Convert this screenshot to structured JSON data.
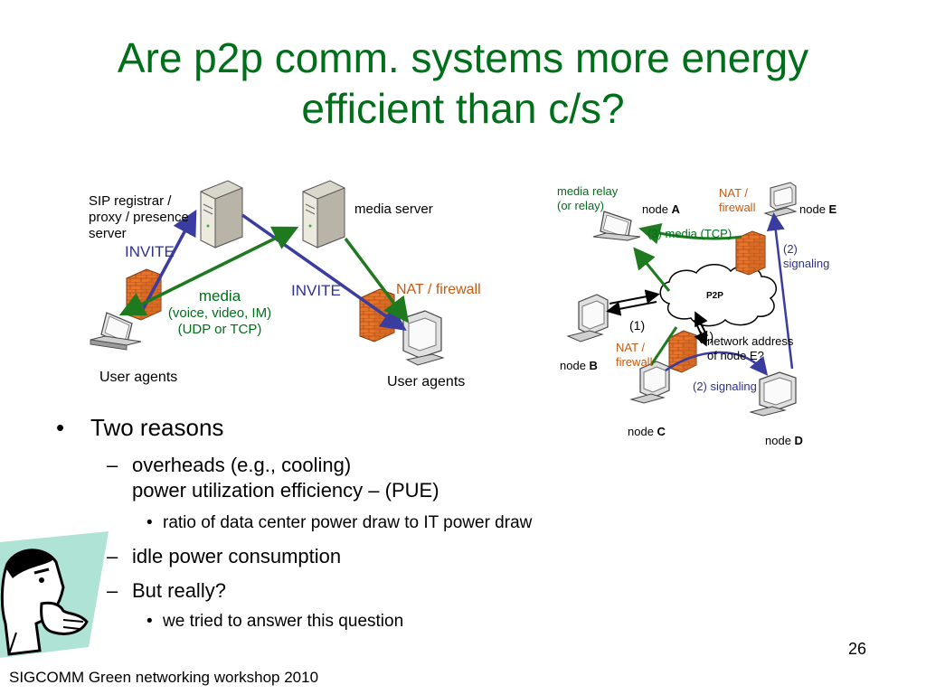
{
  "slide": {
    "title_line1": "Are p2p comm. systems more energy",
    "title_line2": "efficient than c/s?",
    "page_number": "26",
    "footer": "SIGCOMM Green networking workshop 2010"
  },
  "left_diagram": {
    "sip_label_line1": "SIP registrar /",
    "sip_label_line2": "proxy / presence",
    "sip_label_line3": "server",
    "media_server_label": "media server",
    "invite_left": "INVITE",
    "invite_right": "INVITE",
    "nat_firewall": "NAT / firewall",
    "media_line1": "media",
    "media_line2": "(voice, video, IM)",
    "media_line3": "(UDP or TCP)",
    "user_agents_left": "User agents",
    "user_agents_right": "User agents"
  },
  "right_diagram": {
    "media_relay_line1": "media relay",
    "media_relay_line2": "(or relay)",
    "node_a_prefix": "node ",
    "node_a_letter": "A",
    "nat_top_line1": "NAT /",
    "nat_top_line2": "firewall",
    "node_e_prefix": "node ",
    "node_e_letter": "E",
    "media_tcp": "(3) media (TCP)",
    "signaling_top_line1": "(2)",
    "signaling_top_line2": "signaling",
    "p2p": "P2P",
    "step1": "(1)",
    "step1b": "(1)",
    "network_address_line1": "network address",
    "network_address_line2": "of node E?",
    "nat_bottom_line1": "NAT /",
    "nat_bottom_line2": "firewall",
    "node_b_prefix": "node ",
    "node_b_letter": "B",
    "signaling_bottom": "(2) signaling",
    "node_c_prefix": "node ",
    "node_c_letter": "C",
    "node_d_prefix": "node ",
    "node_d_letter": "D"
  },
  "bullets": {
    "b1": "Two reasons",
    "b1_1_line1": "overheads (e.g., cooling)",
    "b1_1_line2": "power utilization efficiency – (PUE)",
    "b1_1_1": "ratio of data center power draw to IT power draw",
    "b1_2": "idle power consumption",
    "b1_3": "But really?",
    "b1_3_1": "we tried to answer this question"
  },
  "colors": {
    "title_green": "#006f1a",
    "arrow_green": "#1f7a1f",
    "arrow_blue": "#3a3ca0",
    "nat_orange": "#c55a11",
    "firewall_brick": "#e8742a"
  }
}
